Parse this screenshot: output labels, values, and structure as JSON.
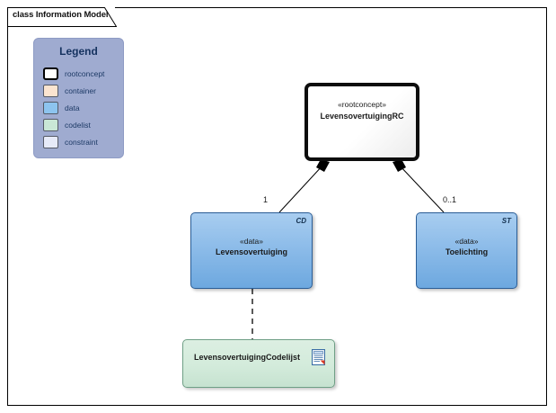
{
  "diagram": {
    "frame_title": "class Information Model",
    "type": "uml-class-diagram"
  },
  "legend": {
    "title": "Legend",
    "items": [
      {
        "label": "rootconcept",
        "color": "#ffffff",
        "border": "#000000",
        "style": "thick"
      },
      {
        "label": "container",
        "color": "#fbe4d0",
        "border": "#555a66",
        "style": "normal"
      },
      {
        "label": "data",
        "color": "#8dc4ef",
        "border": "#555a66",
        "style": "normal"
      },
      {
        "label": "codelist",
        "color": "#c9e7d6",
        "border": "#555a66",
        "style": "normal"
      },
      {
        "label": "constraint",
        "color": "#e6eaf8",
        "border": "#555a66",
        "style": "normal"
      }
    ]
  },
  "classes": {
    "root": {
      "stereotype": "«rootconcept»",
      "name": "LevensovertuigingRC",
      "kind": "rootconcept"
    },
    "left": {
      "stereotype": "«data»",
      "name": "Levensovertuiging",
      "corner_tag": "CD",
      "kind": "data"
    },
    "right": {
      "stereotype": "«data»",
      "name": "Toelichting",
      "corner_tag": "ST",
      "kind": "data"
    },
    "codelist": {
      "name": "LevensovertuigingCodelijst",
      "kind": "codelist",
      "icon": "note-document-icon"
    }
  },
  "connectors": {
    "root_to_left": {
      "source": "LevensovertuigingRC",
      "target": "Levensovertuiging",
      "type": "composition",
      "multiplicity": "1"
    },
    "root_to_right": {
      "source": "LevensovertuigingRC",
      "target": "Toelichting",
      "type": "composition",
      "multiplicity": "0..1"
    },
    "left_to_codelist": {
      "source": "Levensovertuiging",
      "target": "LevensovertuigingCodelijst",
      "type": "dependency-dashed",
      "multiplicity": ""
    }
  }
}
